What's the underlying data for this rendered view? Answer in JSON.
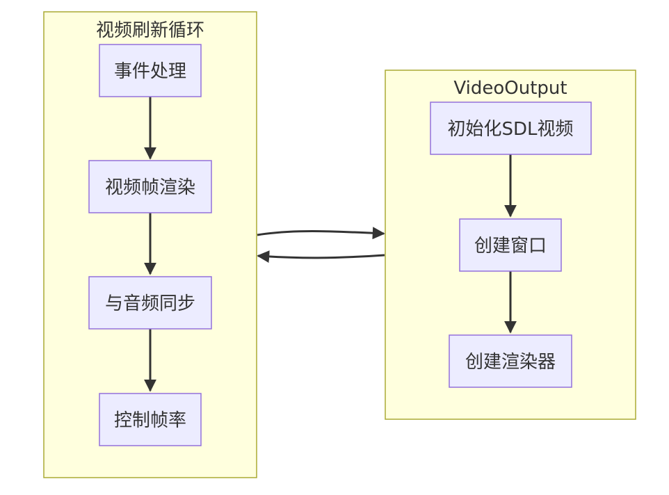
{
  "clusters": {
    "refresh_loop": {
      "title": "视频刷新循环",
      "nodes": {
        "event": "事件处理",
        "render": "视频帧渲染",
        "sync": "与音频同步",
        "framerate": "控制帧率"
      }
    },
    "video_output": {
      "title": "VideoOutput",
      "nodes": {
        "init": "初始化SDL视频",
        "window": "创建窗口",
        "renderer": "创建渲染器"
      }
    }
  },
  "colors": {
    "cluster_fill": "#ffffde",
    "cluster_stroke": "#aaaa33",
    "node_fill": "#ececff",
    "node_stroke": "#9370db",
    "edge": "#333333"
  }
}
